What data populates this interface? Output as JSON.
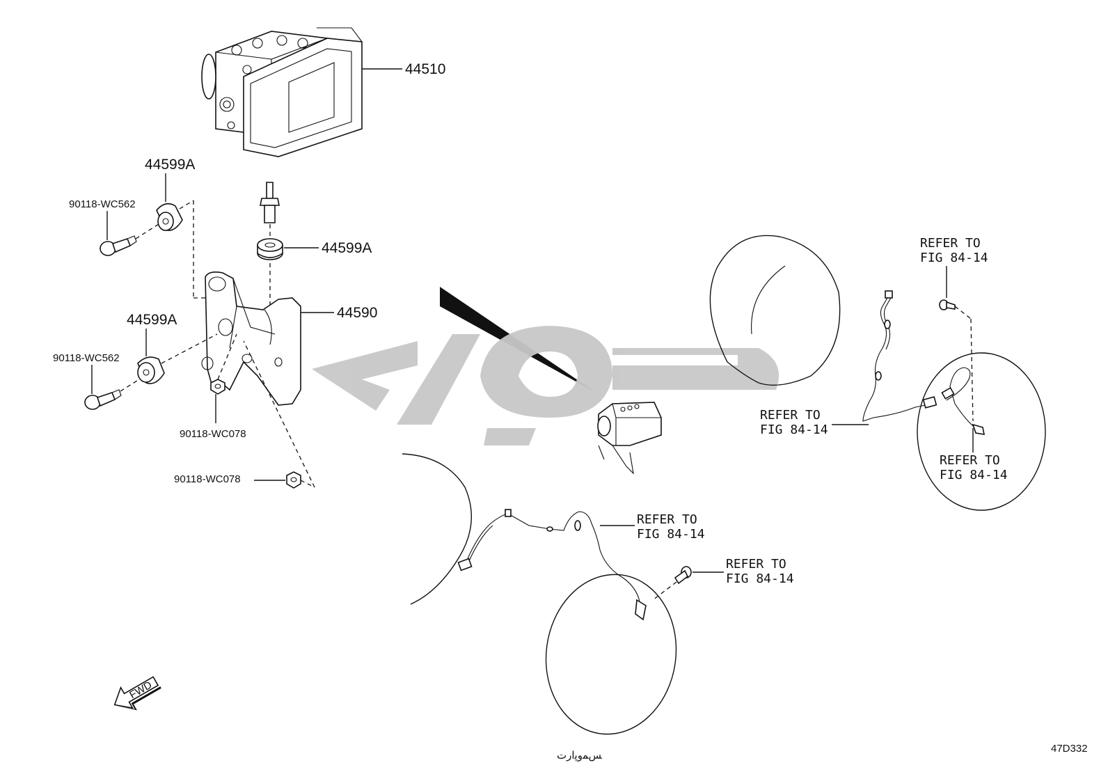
{
  "parts": {
    "abs_actuator": "44510",
    "bracket": "44590",
    "cushion_upper_left": "44599A",
    "cushion_top_right": "44599A",
    "cushion_lower_left": "44599A",
    "bolt_upper": "90118-WC562",
    "bolt_lower": "90118-WC562",
    "nut_upper": "90118-WC078",
    "nut_lower": "90118-WC078"
  },
  "refs": {
    "rear_bolt": [
      "REFER TO",
      "FIG 84-14"
    ],
    "rear_harness": [
      "REFER TO",
      "FIG 84-14"
    ],
    "rear_sensor": [
      "REFER TO",
      "FIG 84-14"
    ],
    "front_harness": [
      "REFER TO",
      "FIG 84-14"
    ],
    "front_bolt": [
      "REFER TO",
      "FIG 84-14"
    ]
  },
  "watermark": "ﺲﻤﻭﭘﺍﺭﺕ",
  "fwd_label": "FWD",
  "figure_code": "47D332",
  "colors": {
    "line": "#111111",
    "watermark": "#c8c8c8",
    "background": "#ffffff"
  }
}
